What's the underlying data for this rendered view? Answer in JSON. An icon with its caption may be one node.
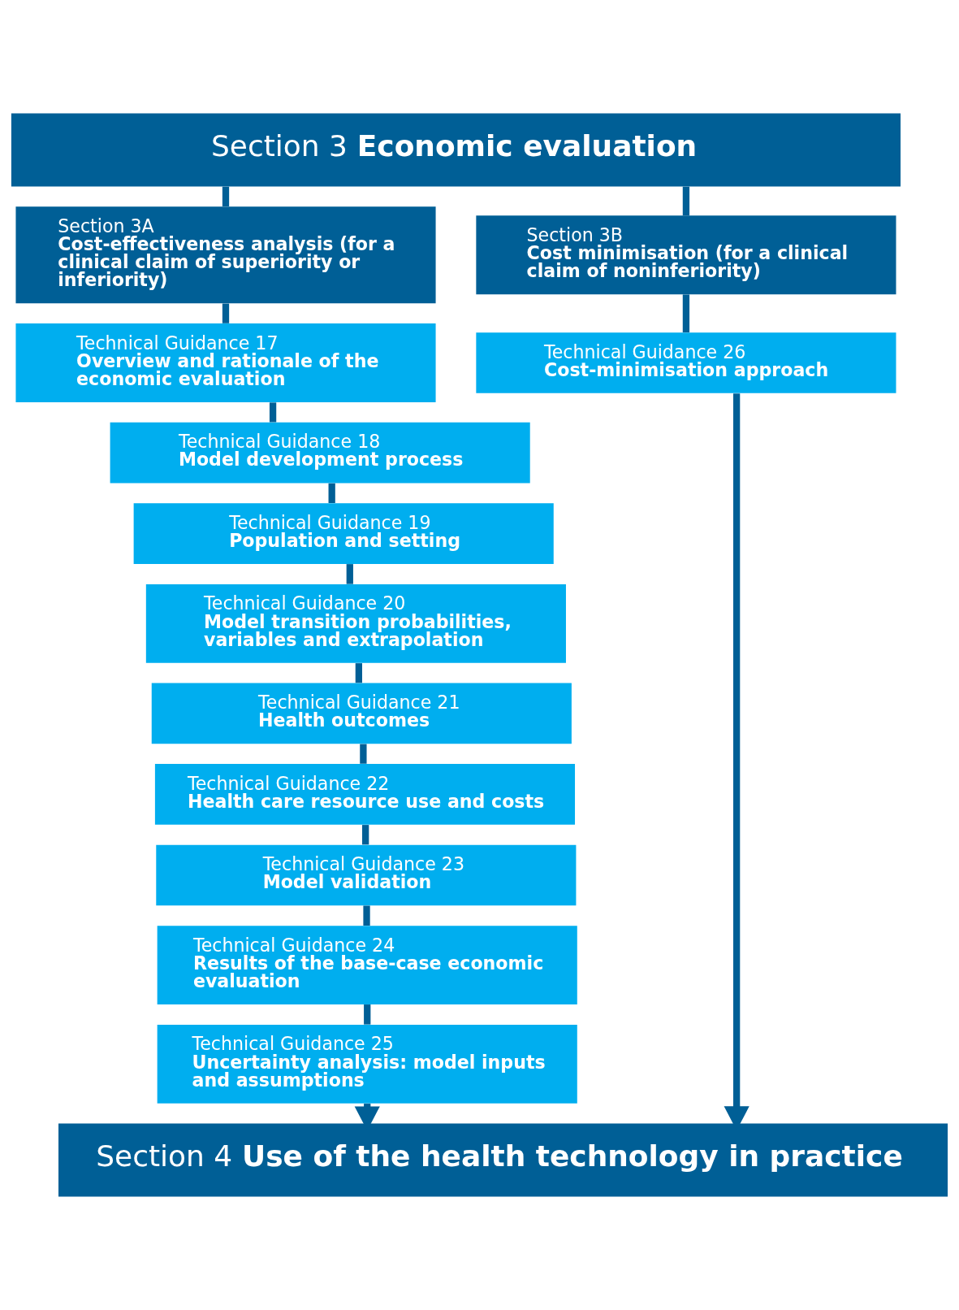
{
  "diagram": {
    "nodes": [
      {
        "text": [
          "Section 3",
          "Economic evaluation"
        ]
      },
      {
        "text": [
          "Section 3A",
          "Cost-effectiveness analysis (for a clinical claim of superiority or inferiority)"
        ]
      },
      {
        "text": [
          "Section 3B",
          "Cost minimisation (for a clinical claim of noninferiority)"
        ]
      },
      {
        "text": [
          "Technical Guidance 17",
          "Overview and rationale of the economic evaluation"
        ]
      },
      {
        "text": [
          "Technical Guidance 18",
          "Model development process"
        ]
      },
      {
        "text": [
          "Technical Guidance 19",
          "Population and setting"
        ]
      },
      {
        "text": [
          "Technical Guidance 20",
          "Model transition probabilities, variables and extrapolation"
        ]
      },
      {
        "text": [
          "Technical Guidance 21",
          "Health outcomes"
        ]
      },
      {
        "text": [
          "Technical Guidance 22",
          "Health care resource use and costs"
        ]
      },
      {
        "text": [
          "Technical Guidance 23",
          "Model validation"
        ]
      },
      {
        "text": [
          "Technical Guidance 24",
          "Results of the base-case economic evaluation"
        ]
      },
      {
        "text": [
          "Technical Guidance 25",
          "Uncertainty analysis: model inputs and assumptions"
        ]
      },
      {
        "text": [
          "Technical Guidance 26",
          "Cost-minimisation approach"
        ]
      },
      {
        "text": [
          "Section 4",
          "Use of the health technology in practice"
        ]
      }
    ],
    "edges": [
      {
        "from": 0,
        "to": 1,
        "arrow": "none"
      },
      {
        "from": 0,
        "to": 2,
        "arrow": "none"
      },
      {
        "from": 1,
        "to": 3,
        "arrow": "none"
      },
      {
        "from": 3,
        "to": 4,
        "arrow": "none"
      },
      {
        "from": 4,
        "to": 5,
        "arrow": "none"
      },
      {
        "from": 5,
        "to": 6,
        "arrow": "none"
      },
      {
        "from": 6,
        "to": 7,
        "arrow": "none"
      },
      {
        "from": 7,
        "to": 8,
        "arrow": "none"
      },
      {
        "from": 8,
        "to": 9,
        "arrow": "none"
      },
      {
        "from": 9,
        "to": 10,
        "arrow": "none"
      },
      {
        "from": 10,
        "to": 11,
        "arrow": "none"
      },
      {
        "from": 11,
        "to": 13,
        "arrow": "to"
      },
      {
        "from": 2,
        "to": 12,
        "arrow": "none"
      },
      {
        "from": 12,
        "to": 13,
        "arrow": "to"
      }
    ]
  }
}
